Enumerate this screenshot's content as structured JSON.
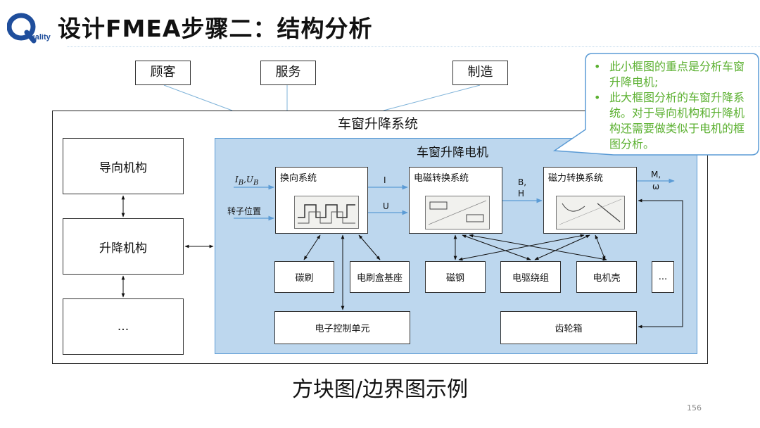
{
  "logo": {
    "letter": "Q",
    "word": "uality"
  },
  "title": "设计FMEA步骤二：结构分析",
  "stakeholders": {
    "customer": "顾客",
    "service": "服务",
    "manufacturing": "制造"
  },
  "system": {
    "title": "车窗升降系统"
  },
  "mechanisms": {
    "guide": "导向机构",
    "lift": "升降机构",
    "more": "..."
  },
  "motor": {
    "title": "车窗升降电机"
  },
  "subsystems": {
    "commutation": "换向系统",
    "electromagnetic": "电磁转换系统",
    "magnetic_force": "磁力转换系统"
  },
  "inputs": {
    "current_voltage_I": "I",
    "current_voltage_B_sub": "B",
    "current_voltage_U": "U",
    "current_voltage_U_sub": "B",
    "rotor_position": "转子位置"
  },
  "signals": {
    "I": "I",
    "U": "U",
    "B": "B,",
    "H": "H",
    "M": "M,",
    "omega": "ω"
  },
  "components": {
    "carbon_brush": "碳刷",
    "brush_box_base": "电刷盒基座",
    "magnetic_steel": "磁钢",
    "motor_winding": "电驱绕组",
    "motor_housing": "电机壳",
    "more": "...",
    "ecu": "电子控制单元",
    "gearbox": "齿轮箱"
  },
  "callout": {
    "items": [
      "此小框图的重点是分析车窗升降电机;",
      "此大框图分析的车窗升降系统。对于导向机构和升降机构还需要做类似于电机的框图分析。"
    ]
  },
  "caption": "方块图/边界图示例",
  "page_number": "156",
  "colors": {
    "callout_text": "#5bb030",
    "callout_border": "#5b9bd5",
    "motor_fill": "#bdd7ee",
    "logo_blue": "#1f4e9c"
  }
}
